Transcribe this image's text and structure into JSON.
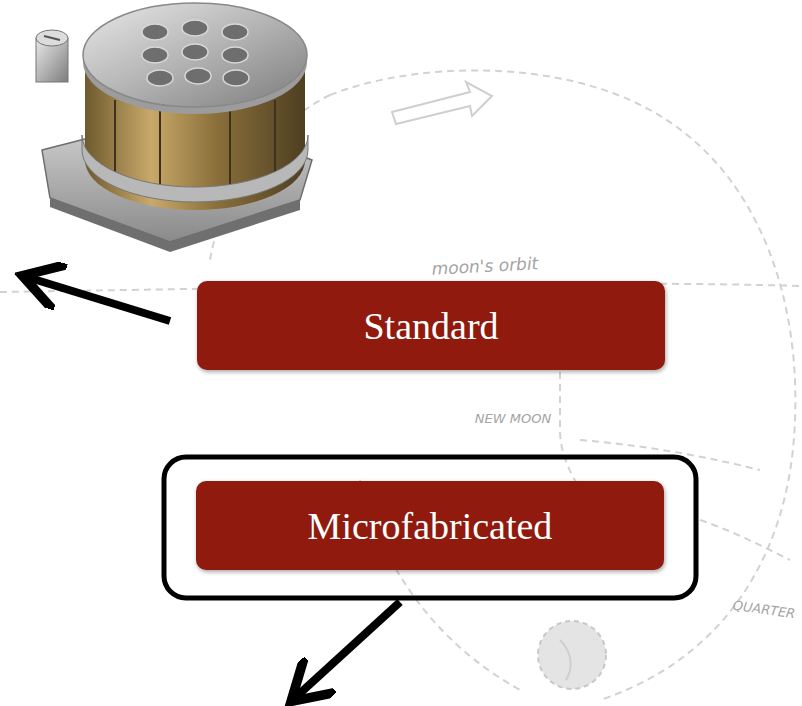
{
  "diagram": {
    "nodes": [
      {
        "text": [
          "Standard"
        ]
      },
      {
        "text": [
          "Microfabricated"
        ]
      }
    ],
    "labels": [
      "moon's orbit",
      "NEW MOON",
      "QUARTER"
    ]
  }
}
